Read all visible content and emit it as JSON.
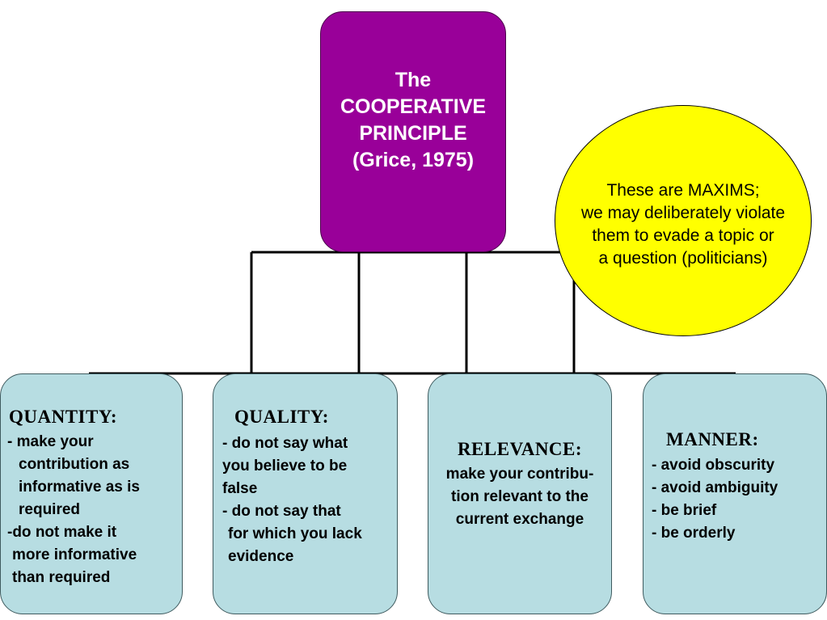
{
  "root": {
    "lines": [
      "The",
      "COOPERATIVE",
      "PRINCIPLE",
      "(Grice, 1975)"
    ],
    "color": "#990099"
  },
  "note": {
    "lines": [
      "These are MAXIMS;",
      "we may deliberately violate",
      "them to evade a topic or",
      "a question (politicians)"
    ],
    "color": "#ffff00"
  },
  "maxims": {
    "color": "#b7dde2",
    "quantity": {
      "title": "QUANTITY:",
      "lines": [
        "- make your",
        "contribution as",
        "informative as is",
        "required",
        "-do not make it",
        "more informative",
        "than required"
      ]
    },
    "quality": {
      "title": "QUALITY:",
      "lines": [
        "- do not say what",
        "you believe to be",
        "false",
        "- do not say that",
        "for which you lack",
        "evidence"
      ]
    },
    "relevance": {
      "title": "RELEVANCE:",
      "lines": [
        "make your contribu-",
        "tion relevant to the",
        "current exchange"
      ]
    },
    "manner": {
      "title": "MANNER:",
      "lines": [
        "- avoid obscurity",
        "- avoid ambiguity",
        "- be brief",
        "- be orderly"
      ]
    }
  }
}
